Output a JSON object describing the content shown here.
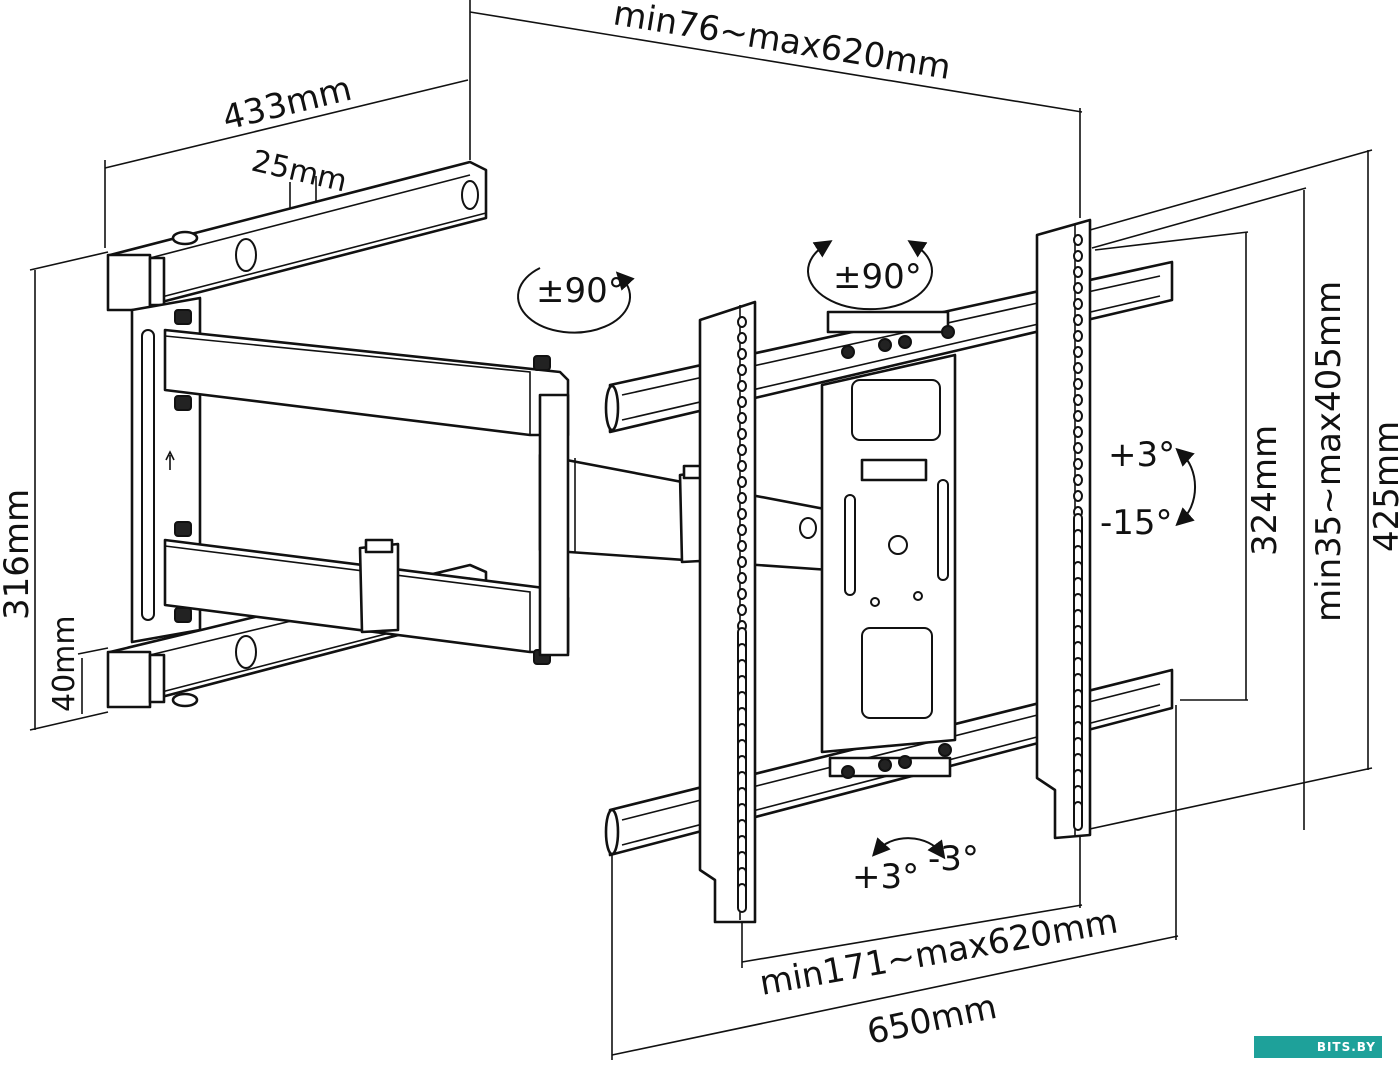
{
  "labels": {
    "arm_width": "min76~max620mm",
    "wall_plate_width": "433mm",
    "rail_width": "25mm",
    "plate_height": "316mm",
    "bottom_offset": "40mm",
    "swivel_left": "±90°",
    "swivel_right": "±90°",
    "tilt_up": "+3°",
    "tilt_down": "-15°",
    "vesa_height": "324mm",
    "vertical_range": "min35~max405mm",
    "total_height": "425mm",
    "level_plus": "+3°",
    "level_minus": "-3°",
    "vesa_width": "min171~max620mm",
    "total_width": "650mm"
  },
  "watermark": {
    "text": "BITS.BY",
    "color": "#1ea19a"
  },
  "colors": {
    "line": "#111111",
    "background": "#ffffff"
  }
}
